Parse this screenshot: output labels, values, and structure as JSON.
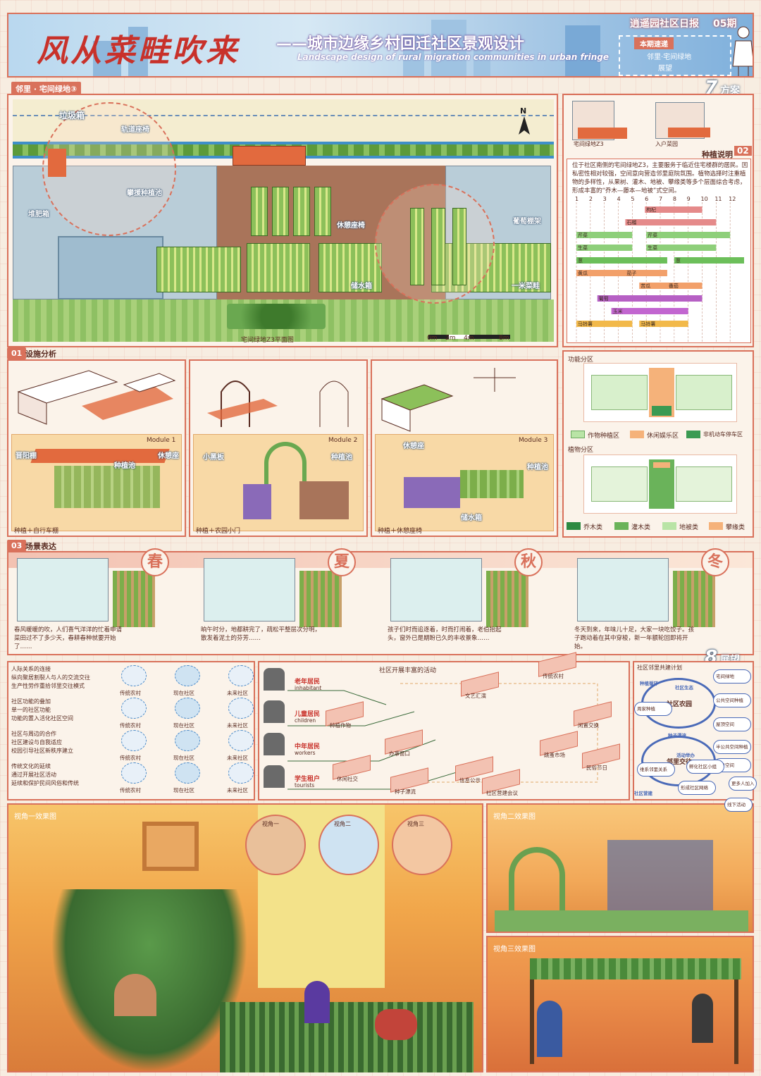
{
  "header": {
    "title": "风从菜畦吹来",
    "subtitle": "——城市边缘乡村回迁社区景观设计",
    "english": "Landscape design of rural migration communities in urban fringe",
    "paper": "逍遥园社区日报",
    "issue": "05期",
    "brief_tag": "本期速递",
    "brief_items": [
      "邻里·宅间绿地",
      "展望"
    ]
  },
  "section7": {
    "num": "7",
    "name": "方案",
    "tag": "邻里 · 宅间绿地③"
  },
  "plan": {
    "labels": [
      "垃圾箱",
      "轨道座椅",
      "攀援种植池",
      "堆肥箱",
      "休憩座椅",
      "葡萄棚架",
      "储水箱",
      "一米菜畦"
    ],
    "north": "N",
    "caption": "宅间绿地Z3平面图",
    "scale": [
      "0m",
      "2m",
      "4m",
      "8m"
    ],
    "axon_label": "宅间绿地Z3",
    "axon_label2": "入户菜园"
  },
  "planting": {
    "tag": "种植说明",
    "num": "02",
    "text": "位于社区南侧的宅间绿地Z3，主要服务于临近住宅楼群的居民。因私密性相对较强，空间意向营造邻里庭院氛围。植物选择时注重植物的多样性，从果树、灌木、地被、攀缘类等多个层面综合考虑，形成丰富的“乔木—藤本—地被”式空间。",
    "months": [
      "1",
      "2",
      "3",
      "4",
      "5",
      "6",
      "7",
      "8",
      "9",
      "10",
      "11",
      "12"
    ],
    "crops": [
      {
        "name": "枸杞",
        "start": 4.9,
        "end": 9,
        "color": "#e58a8a"
      },
      {
        "name": "石榴",
        "start": 3.5,
        "end": 10,
        "color": "#e58a8a"
      },
      {
        "name": "芹菜",
        "start": 0,
        "end": 4,
        "color": "#8ecf7a"
      },
      {
        "name": "芹菜",
        "start": 5,
        "end": 11,
        "color": "#8ecf7a"
      },
      {
        "name": "生菜",
        "start": 0,
        "end": 4,
        "color": "#8ecf7a"
      },
      {
        "name": "生菜",
        "start": 5,
        "end": 10,
        "color": "#8ecf7a"
      },
      {
        "name": "葱",
        "start": 0,
        "end": 6.5,
        "color": "#6cbf5a"
      },
      {
        "name": "葱",
        "start": 7,
        "end": 12,
        "color": "#6cbf5a"
      },
      {
        "name": "黄瓜",
        "start": 0,
        "end": 4,
        "color": "#f2a06a"
      },
      {
        "name": "茄子",
        "start": 3.5,
        "end": 6.5,
        "color": "#f2a06a"
      },
      {
        "name": "苦瓜",
        "start": 4.5,
        "end": 7.5,
        "color": "#f2a06a"
      },
      {
        "name": "番茄",
        "start": 6.5,
        "end": 9,
        "color": "#f2a06a"
      },
      {
        "name": "葡萄",
        "start": 1.5,
        "end": 9,
        "color": "#b660c4"
      },
      {
        "name": "玉米",
        "start": 2.5,
        "end": 8,
        "color": "#c266d0"
      },
      {
        "name": "马铃薯",
        "start": 0,
        "end": 4,
        "color": "#f2b94a"
      },
      {
        "name": "马铃薯",
        "start": 4.5,
        "end": 8,
        "color": "#f2b94a"
      }
    ]
  },
  "zoning": {
    "func_title": "功能分区",
    "func_legend": [
      "作物种植区",
      "休闲娱乐区",
      "非机动车停车区"
    ],
    "plant_title": "植物分区",
    "plant_legend": [
      "乔木类",
      "灌木类",
      "地被类",
      "攀缘类"
    ]
  },
  "facility": {
    "num": "01",
    "title": "设施分析",
    "modules": [
      {
        "name": "Module 1",
        "caption": "种植＋自行车棚",
        "labels": [
          "晋阳棚",
          "种植池",
          "休憩座"
        ]
      },
      {
        "name": "Module 2",
        "caption": "种植＋农园小门",
        "labels": [
          "小黑板",
          "种植池"
        ]
      },
      {
        "name": "Module 3",
        "caption": "种植＋休憩座椅",
        "labels": [
          "休憩座",
          "种植池",
          "储水箱"
        ]
      }
    ]
  },
  "scene": {
    "num": "03",
    "title": "场景表达",
    "seasons": [
      {
        "char": "春",
        "text": "春风暖暖的吹，人们喜气洋洋的忙着申请菜田过不了多少天，春耕春种就要开始了……"
      },
      {
        "char": "夏",
        "text": "晌午时分，地都耕完了，疏松平整层次分明，散发着泥土的芬芳……"
      },
      {
        "char": "秋",
        "text": "孩子们时而追逐着，时而打闹着，老伯抬起头，窗外已是期盼已久的丰收景象……"
      },
      {
        "char": "冬",
        "text": "冬天到来，年味儿十足，大家一块吃饺子。孩子跑动着在其中穿梭，新一年额轮回即将开始。"
      }
    ]
  },
  "section8": {
    "num": "8",
    "name": "展望"
  },
  "relation": {
    "groups": [
      {
        "title": "人际关系的连接",
        "items": [
          "纵向聚居割裂人与人的交流交往",
          "生产性劳作重拾邻里交往模式"
        ]
      },
      {
        "title": "社区功能的叠加",
        "items": [
          "单一的社区功能",
          "功能的置入活化社区空间"
        ]
      },
      {
        "title": "社区与周边的合作",
        "items": [
          "社区建设与自我适应",
          "校园引导社区新秩序建立"
        ]
      },
      {
        "title": "传统文化的延续",
        "items": [
          "通过开展社区活动",
          "延续和保护民间风俗和传统"
        ]
      }
    ],
    "col_labels": [
      "传统农村",
      "现在社区",
      "未来社区"
    ]
  },
  "activities": {
    "title": "社区开展丰富的活动",
    "groups": [
      {
        "cn": "老年居民",
        "en": "inhabitant"
      },
      {
        "cn": "儿童居民",
        "en": "children"
      },
      {
        "cn": "中年居民",
        "en": "workers"
      },
      {
        "cn": "学生租户",
        "en": "tourists"
      }
    ],
    "nodes": [
      "传统农村",
      "闲置交换",
      "种植作物",
      "文艺汇演",
      "办事窗口",
      "跳蚤市场",
      "休闲社交",
      "信息公示",
      "民俗节日",
      "种子漂流",
      "社区营建会议"
    ]
  },
  "coplan": {
    "title": "社区邻里共建计划",
    "center1": "社区农园",
    "center2": "邻里交往",
    "items": [
      "宅间绿地",
      "公共空间种植",
      "屋顶空间",
      "半公共空间种植",
      "入户空间",
      "周家种植",
      "维系邻里关系",
      "孵化社区小组",
      "形成社区网络",
      "更多人加入",
      "线下活动"
    ],
    "arcs": [
      "种植循环",
      "社区生态",
      "种子漂流",
      "社区营建",
      "活动举办"
    ]
  },
  "views": {
    "v1": "视角一效果图",
    "v2": "视角二效果图",
    "v3": "视角三效果图",
    "mini": [
      "视角一",
      "视角二",
      "视角三"
    ]
  }
}
